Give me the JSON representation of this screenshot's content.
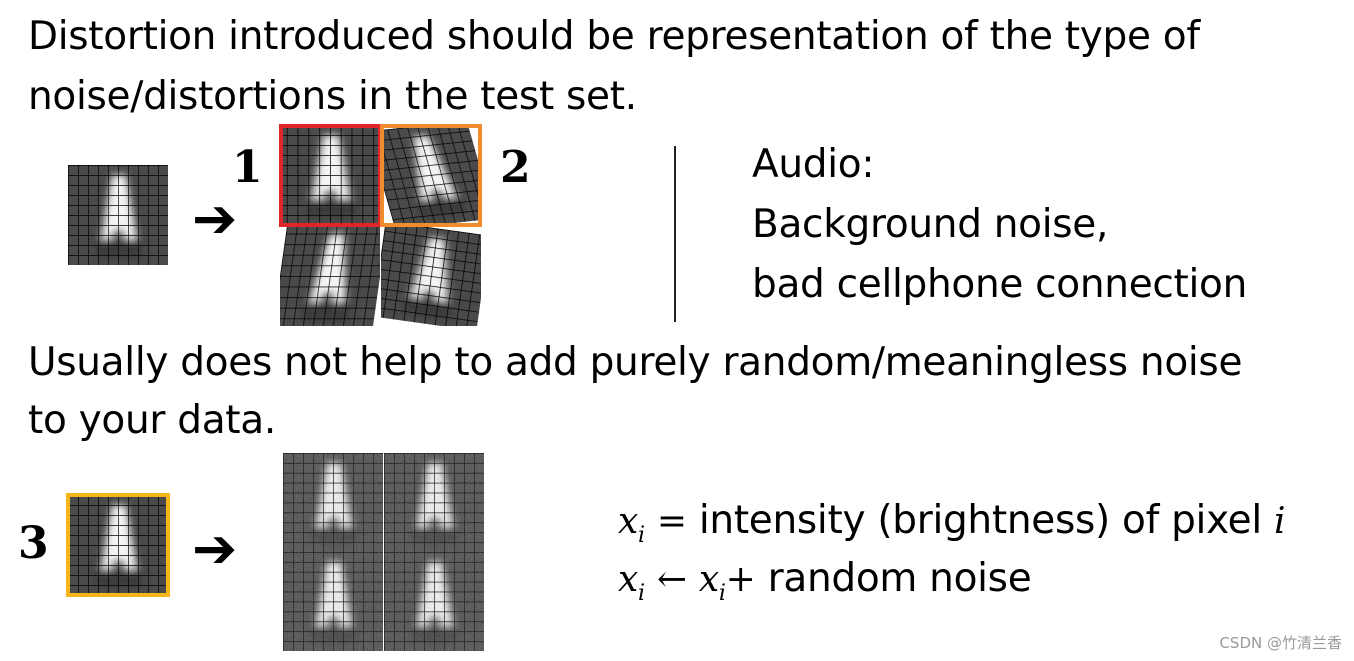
{
  "slide": {
    "heading_line1": "Distortion introduced should be representation of the type of",
    "heading_line2": "noise/distortions in the test set.",
    "label_1": "1",
    "label_2": "2",
    "audio_title": "Audio:",
    "audio_item1": "Background noise,",
    "audio_item2": "bad cellphone connection",
    "note_line1": "Usually does not help to add purely random/meaningless noise",
    "note_line2": "to your data.",
    "label_3": "3",
    "formula1_var": "x",
    "formula1_sub": "i",
    "formula1_eq": "=",
    "formula1_text": "intensity (brightness) of pixel",
    "formula1_index": "i",
    "formula2_lhs_var": "x",
    "formula2_lhs_sub": "i",
    "formula2_arrow": "←",
    "formula2_rhs_var": "x",
    "formula2_rhs_sub": "i",
    "formula2_plus": "+",
    "formula2_text": "random noise",
    "arrow_glyph": "➔"
  },
  "watermark": "CSDN @竹清兰香",
  "colors": {
    "frame_red": "#e0262b",
    "frame_orange": "#f28a2e",
    "frame_yellow": "#f4b61a"
  }
}
